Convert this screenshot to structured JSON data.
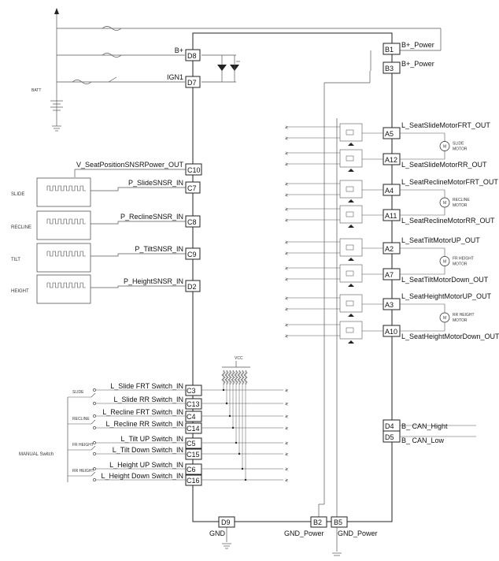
{
  "supply": {
    "batt_label": "BATT",
    "vcc_label": "VCC"
  },
  "left_pins": [
    {
      "pin": "D8",
      "signal": "B+"
    },
    {
      "pin": "D7",
      "signal": "IGN1"
    },
    {
      "pin": "C10",
      "signal": "V_SeatPositionSNSRPower_OUT"
    },
    {
      "pin": "C7",
      "signal": "P_SlideSNSR_IN"
    },
    {
      "pin": "C8",
      "signal": "P_ReclineSNSR_IN"
    },
    {
      "pin": "C9",
      "signal": "P_TiltSNSR_IN"
    },
    {
      "pin": "D2",
      "signal": "P_HeightSNSR_IN"
    }
  ],
  "sensors": [
    "SLIDE",
    "RECLINE",
    "TILT",
    "HEIGHT"
  ],
  "switch_pins": [
    {
      "pin": "C3",
      "signal": "L_Slide FRT Switch_IN"
    },
    {
      "pin": "C13",
      "signal": "L_Slide RR Switch_IN"
    },
    {
      "pin": "C4",
      "signal": "L_Recline FRT Switch_IN"
    },
    {
      "pin": "C14",
      "signal": "L_Recline RR Switch_IN"
    },
    {
      "pin": "C5",
      "signal": "L_Tilt UP Switch_IN"
    },
    {
      "pin": "C15",
      "signal": "L_Tilt Down Switch_IN"
    },
    {
      "pin": "C6",
      "signal": "L_Height UP Switch_IN"
    },
    {
      "pin": "C16",
      "signal": "L_Height Down Switch_IN"
    }
  ],
  "manual_switch": {
    "title": "MANUAL Switch",
    "groups": [
      "SLIDE",
      "RECLINE",
      "FR HEIGHT",
      "RR HEIGHT"
    ]
  },
  "right_pins": [
    {
      "pin": "B1",
      "signal": "B+_Power"
    },
    {
      "pin": "B3",
      "signal": "B+_Power"
    },
    {
      "pin": "A5",
      "signal": "L_SeatSlideMotorFRT_OUT"
    },
    {
      "pin": "A12",
      "signal": "L_SeatSlideMotorRR_OUT"
    },
    {
      "pin": "A4",
      "signal": "L_SeatReclineMotorFRT_OUT"
    },
    {
      "pin": "A11",
      "signal": "L_SeatReclineMotorRR_OUT"
    },
    {
      "pin": "A2",
      "signal": "L_SeatTiltMotorUP_OUT"
    },
    {
      "pin": "A7",
      "signal": "L_SeatTiltMotorDown_OUT"
    },
    {
      "pin": "A3",
      "signal": "L_SeatHeightMotorUP_OUT"
    },
    {
      "pin": "A10",
      "signal": "L_SeatHeightMotorDown_OUT"
    },
    {
      "pin": "D4",
      "signal": "B_ CAN_Hight"
    },
    {
      "pin": "D5",
      "signal": "B_ CAN_Low"
    }
  ],
  "motors": [
    [
      "SLIDE",
      "MOTOR"
    ],
    [
      "RECLINE",
      "MOTOR"
    ],
    [
      "FR HEIGHT",
      "MOTOR"
    ],
    [
      "RR HEIGHT",
      "MOTOR"
    ]
  ],
  "bottom_pins": [
    {
      "pin": "D9",
      "signal": "GND"
    },
    {
      "pin": "B2",
      "signal": "GND_Power"
    },
    {
      "pin": "B5",
      "signal": "GND_Power"
    }
  ],
  "colors": {
    "line": "#222222",
    "thin": "#555555",
    "background": "#ffffff"
  }
}
